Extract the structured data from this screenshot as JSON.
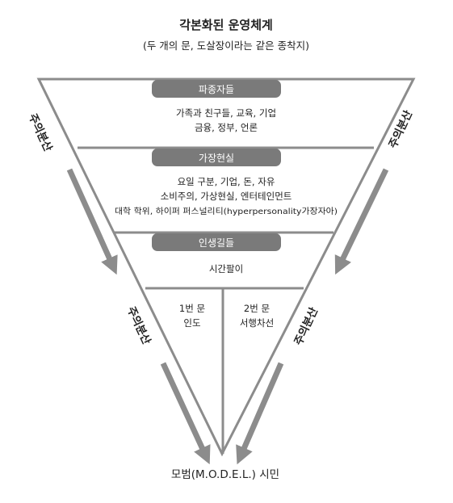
{
  "title": "각본화된 운영체계",
  "subtitle": "(두 개의 문, 도살장이라는 같은 종착지)",
  "tiers": [
    {
      "header": "파종자들",
      "lines": [
        "가족과 친구들, 교육, 기업",
        "금융, 정부, 언론"
      ]
    },
    {
      "header": "가장현실",
      "lines": [
        "요일 구분, 기업, 돈, 자유",
        "소비주의, 가상현실, 엔터테인먼트",
        "대학 학위, 하이퍼 퍼스널리티(hyperpersonality가장자아)"
      ]
    },
    {
      "header": "인생길들",
      "lines": [
        "시간팔이"
      ]
    }
  ],
  "doors": [
    {
      "lines": [
        "1번 문",
        "인도"
      ]
    },
    {
      "lines": [
        "2번 문",
        "서행차선"
      ]
    }
  ],
  "side_labels": {
    "upper_left": "주의분산",
    "upper_right": "주의분산",
    "lower_left": "주의분산",
    "lower_right": "주의분산"
  },
  "destination": "모범(M.O.D.E.L.) 시민",
  "colors": {
    "line": "#8c8c8c",
    "pill": "#7a7a7a",
    "arrow": "#8c8c8c",
    "text": "#222222"
  }
}
